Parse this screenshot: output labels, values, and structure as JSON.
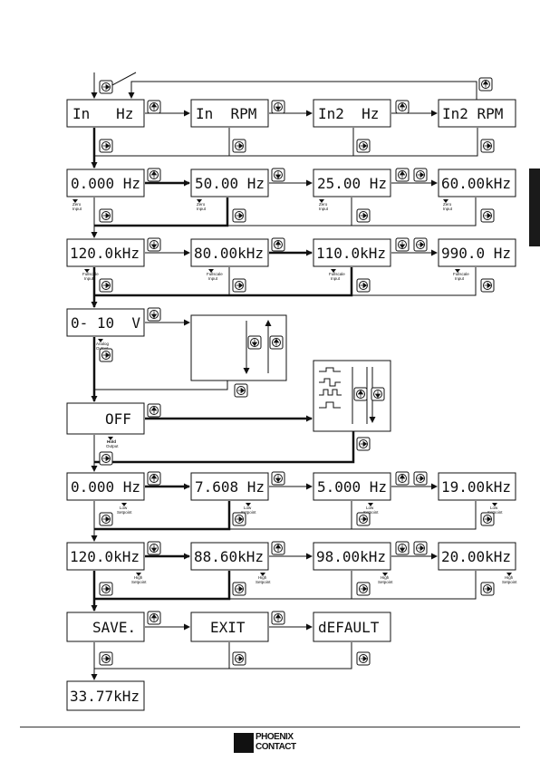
{
  "displays": [
    {
      "id": "d1",
      "text": "In   Hz"
    },
    {
      "id": "d2",
      "text": "In  RPM"
    },
    {
      "id": "d3",
      "text": "In2  Hz"
    },
    {
      "id": "d4",
      "text": "In2 RPM"
    },
    {
      "id": "d5",
      "text": "0.000 Hz"
    },
    {
      "id": "d6",
      "text": "50.00 Hz"
    },
    {
      "id": "d7",
      "text": "25.00 Hz"
    },
    {
      "id": "d8",
      "text": "60.00kHz"
    },
    {
      "id": "d9",
      "text": "120.0kHz"
    },
    {
      "id": "d10",
      "text": "80.00kHz"
    },
    {
      "id": "d11",
      "text": "110.0kHz"
    },
    {
      "id": "d12",
      "text": "990.0 Hz"
    },
    {
      "id": "d13",
      "text": "0- 10  V"
    },
    {
      "id": "d14",
      "text": "OFF"
    },
    {
      "id": "d15",
      "text": "0.000 Hz"
    },
    {
      "id": "d16",
      "text": "7.608 Hz"
    },
    {
      "id": "d17",
      "text": "5.000 Hz"
    },
    {
      "id": "d18",
      "text": "19.00kHz"
    },
    {
      "id": "d19",
      "text": "120.0kHz"
    },
    {
      "id": "d20",
      "text": "88.60kHz"
    },
    {
      "id": "d21",
      "text": "98.00kHz"
    },
    {
      "id": "d22",
      "text": "20.00kHz"
    },
    {
      "id": "d23",
      "text": "SAVE."
    },
    {
      "id": "d24",
      "text": "EXIT"
    },
    {
      "id": "d25",
      "text": "dEFAULT"
    },
    {
      "id": "d26",
      "text": "33.77kHz"
    }
  ],
  "labels": {
    "zero_input": [
      "Zero",
      "Input"
    ],
    "fullscale_input": [
      "Fullscale",
      "Input"
    ],
    "analog_output": [
      "Analog",
      "Output"
    ],
    "hold_output": [
      "Hold",
      "Output"
    ],
    "low_setpoint": [
      "Low",
      "Setpoint"
    ],
    "high_setpoint": [
      "High",
      "Setpoint"
    ]
  },
  "logo": {
    "line1": "PHOENIX",
    "line2": "CONTACT"
  },
  "icons": {
    "up": "arrow-up-key-icon",
    "down": "arrow-down-key-icon",
    "enter": "enter-key-icon"
  }
}
